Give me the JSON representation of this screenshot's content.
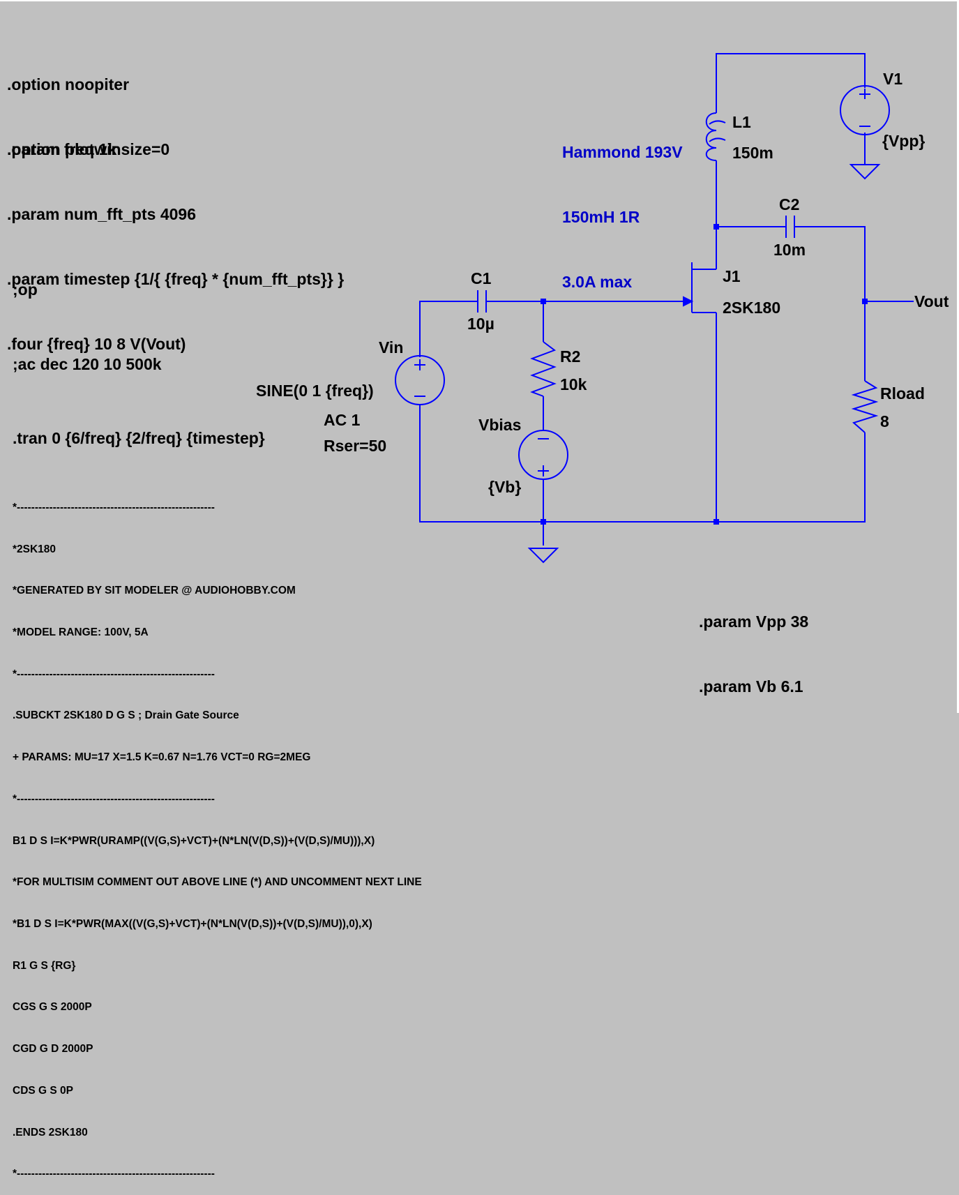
{
  "directives": {
    "options": [
      ".option noopiter",
      ".option plotwinsize=0"
    ],
    "params": [
      ".param freq 1k",
      ".param num_fft_pts 4096",
      ".param timestep {1/{ {freq} * {num_fft_pts}} }",
      ".four {freq} 10 8 V(Vout)"
    ],
    "analysis": [
      ";op",
      ";ac dec 120 10 500k",
      ".tran 0 {6/freq} {2/freq} {timestep}"
    ],
    "supply_params": [
      ".param Vpp 38",
      ".param Vb 6.1"
    ]
  },
  "note": [
    "Hammond 193V",
    "150mH 1R",
    "3.0A max"
  ],
  "components": {
    "V1": {
      "name": "V1",
      "value": "{Vpp}"
    },
    "L1": {
      "name": "L1",
      "value": "150m"
    },
    "C2": {
      "name": "C2",
      "value": "10m"
    },
    "J1": {
      "name": "J1",
      "value": "2SK180"
    },
    "C1": {
      "name": "C1",
      "value": "10µ"
    },
    "R2": {
      "name": "R2",
      "value": "10k"
    },
    "Vin": {
      "name": "Vin",
      "value": "SINE(0 1 {freq})",
      "ac": "AC 1",
      "rser": "Rser=50"
    },
    "Vbias": {
      "name": "Vbias",
      "value": "{Vb}"
    },
    "Rload": {
      "name": "Rload",
      "value": "8"
    }
  },
  "net_labels": {
    "vout": "Vout"
  },
  "model_text": [
    "*-------------------------------------------------------",
    "*2SK180",
    "*GENERATED BY SIT MODELER @ AUDIOHOBBY.COM",
    "*MODEL RANGE: 100V, 5A",
    "*-------------------------------------------------------",
    ".SUBCKT 2SK180 D G S ; Drain Gate Source",
    "+ PARAMS: MU=17 X=1.5 K=0.67 N=1.76 VCT=0 RG=2MEG",
    "*-------------------------------------------------------",
    "B1 D S I=K*PWR(URAMP((V(G,S)+VCT)+(N*LN(V(D,S))+(V(D,S)/MU))),X)",
    "*FOR MULTISIM COMMENT OUT ABOVE LINE (*) AND UNCOMMENT NEXT LINE",
    "*B1 D S I=K*PWR(MAX((V(G,S)+VCT)+(N*LN(V(D,S))+(V(D,S)/MU)),0),X)",
    "R1 G S {RG}",
    "CGS G S 2000P",
    "CGD G D 2000P",
    "CDS G S 0P",
    ".ENDS 2SK180",
    "*-------------------------------------------------------"
  ],
  "colors": {
    "background": "#c0c0c0",
    "wire": "#0000ff",
    "note": "#0000c8",
    "text": "#000000"
  }
}
